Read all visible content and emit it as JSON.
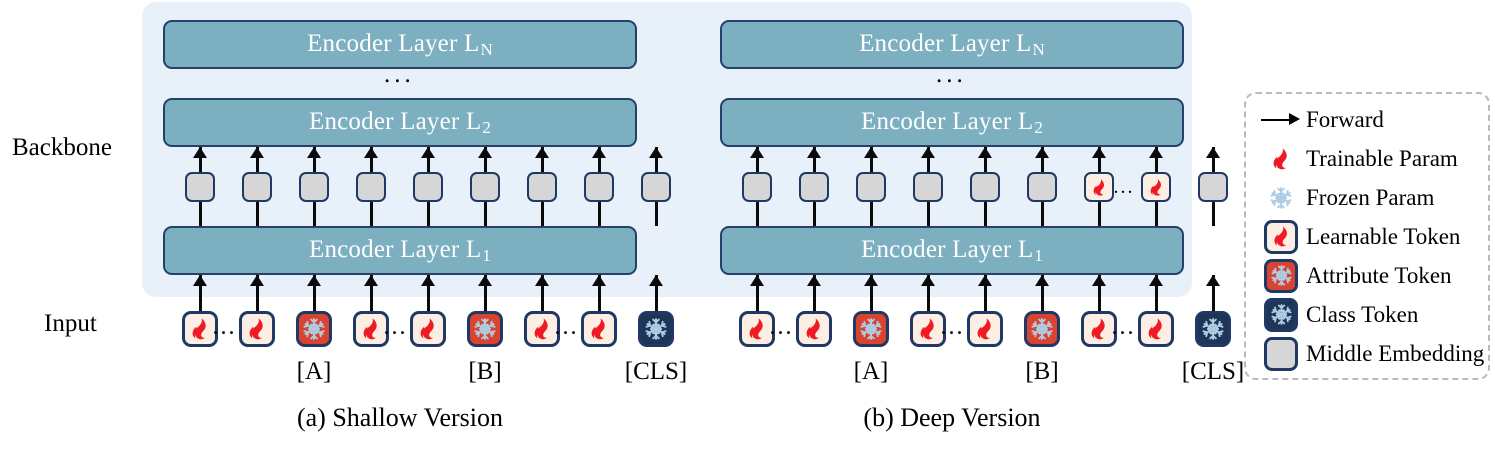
{
  "labels": {
    "backbone": "Backbone",
    "input": "Input",
    "layer_ellipsis": "...",
    "token_ellipsis": "..."
  },
  "panels": [
    {
      "id": "shallow",
      "caption": "(a) Shallow Version",
      "encoders": [
        {
          "name": "Encoder Layer L",
          "sub": "N"
        },
        {
          "name": "Encoder Layer L",
          "sub": "2"
        },
        {
          "name": "Encoder Layer L",
          "sub": "1"
        }
      ],
      "middle_row": [
        {
          "kind": "middle"
        },
        {
          "kind": "middle"
        },
        {
          "kind": "middle"
        },
        {
          "kind": "middle"
        },
        {
          "kind": "middle"
        },
        {
          "kind": "middle"
        },
        {
          "kind": "middle"
        },
        {
          "kind": "middle"
        },
        {
          "kind": "middle"
        }
      ],
      "input_row": [
        {
          "kind": "learnable",
          "label": ""
        },
        {
          "kind": "learnable",
          "label": ""
        },
        {
          "kind": "attribute",
          "label": "[A]"
        },
        {
          "kind": "learnable",
          "label": ""
        },
        {
          "kind": "learnable",
          "label": ""
        },
        {
          "kind": "attribute",
          "label": "[B]"
        },
        {
          "kind": "learnable",
          "label": ""
        },
        {
          "kind": "learnable",
          "label": ""
        },
        {
          "kind": "class",
          "label": "[CLS]"
        }
      ],
      "input_ellipsis_after": [
        0,
        3,
        6
      ]
    },
    {
      "id": "deep",
      "caption": "(b) Deep Version",
      "encoders": [
        {
          "name": "Encoder Layer L",
          "sub": "N"
        },
        {
          "name": "Encoder Layer L",
          "sub": "2"
        },
        {
          "name": "Encoder Layer L",
          "sub": "1"
        }
      ],
      "middle_row": [
        {
          "kind": "middle"
        },
        {
          "kind": "middle"
        },
        {
          "kind": "middle"
        },
        {
          "kind": "middle"
        },
        {
          "kind": "middle"
        },
        {
          "kind": "middle"
        },
        {
          "kind": "learnable"
        },
        {
          "kind": "learnable"
        },
        {
          "kind": "middle"
        }
      ],
      "middle_ellipsis_after": [
        6
      ],
      "input_row": [
        {
          "kind": "learnable",
          "label": ""
        },
        {
          "kind": "learnable",
          "label": ""
        },
        {
          "kind": "attribute",
          "label": "[A]"
        },
        {
          "kind": "learnable",
          "label": ""
        },
        {
          "kind": "learnable",
          "label": ""
        },
        {
          "kind": "attribute",
          "label": "[B]"
        },
        {
          "kind": "learnable",
          "label": ""
        },
        {
          "kind": "learnable",
          "label": ""
        },
        {
          "kind": "class",
          "label": "[CLS]"
        }
      ],
      "input_ellipsis_after": [
        0,
        3,
        6
      ]
    }
  ],
  "legend": {
    "items": [
      {
        "icon": "forward-arrow-icon",
        "text": "Forward"
      },
      {
        "icon": "flame-icon",
        "text": "Trainable Param"
      },
      {
        "icon": "snowflake-icon",
        "text": "Frozen Param"
      },
      {
        "icon": "learnable-token-icon",
        "text": "Learnable Token"
      },
      {
        "icon": "attribute-token-icon",
        "text": "Attribute Token"
      },
      {
        "icon": "class-token-icon",
        "text": "Class Token"
      },
      {
        "icon": "middle-embedding-icon",
        "text": "Middle Embedding"
      }
    ]
  },
  "colors": {
    "panel_bg": "#e8f1fa",
    "encoder_fill": "#7cafbf",
    "border_navy": "#1f3864",
    "learnable_fill": "#fdeee3",
    "attribute_fill": "#d9432f",
    "class_fill": "#1d3557",
    "middle_fill": "#d6d6d6",
    "flame_red": "#ee1b24",
    "snowflake_light": "#aecde4",
    "legend_border": "#b9b9b9"
  }
}
